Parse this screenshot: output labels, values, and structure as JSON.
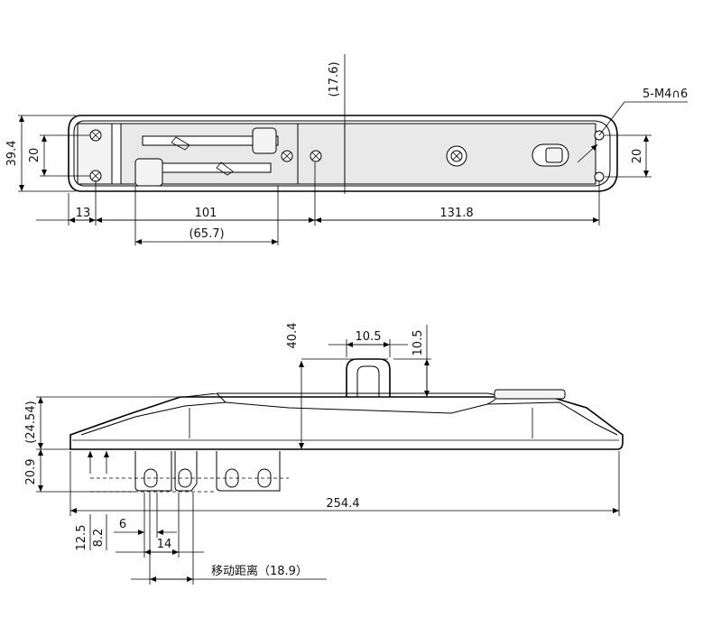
{
  "top_view": {
    "dims": {
      "height_total": "39.4",
      "height_holes": "20",
      "height_holes_right": "20",
      "offset_top": "(17.6)",
      "left_offset": "13",
      "span_mid": "101",
      "span_right": "131.8",
      "span_ref": "(65.7)",
      "screw_spec": "5-M4∩6"
    }
  },
  "side_view": {
    "dims": {
      "loop_height": "40.4",
      "loop_width": "10.5",
      "loop_inner": "10.5",
      "ref_height": "(24.54)",
      "tab_drop": "20.9",
      "total_length": "254.4",
      "tab_offset_1": "12.5",
      "tab_offset_2": "8.2",
      "tab_gap": "6",
      "tab_pitch": "14",
      "travel": "移动距离（18.9）"
    }
  }
}
